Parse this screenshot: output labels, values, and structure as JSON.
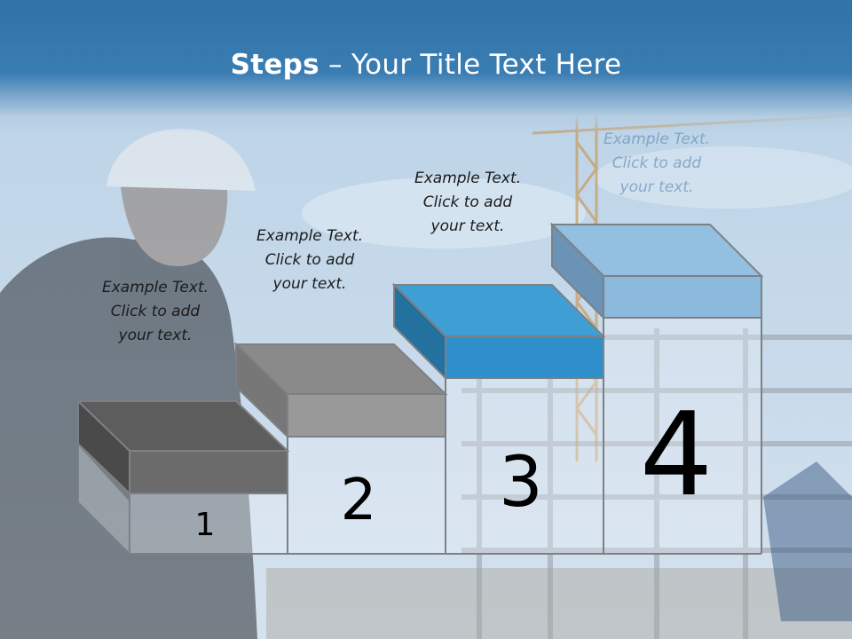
{
  "title": {
    "bold": "Steps",
    "rest": " – Your Title Text Here"
  },
  "steps": [
    {
      "number": "1",
      "caption": [
        "Example Text.",
        "Click  to add",
        "your text."
      ],
      "top_color": "#5d5d5d",
      "front_color": "#6b6b6b",
      "side_color": "#4a4a4a"
    },
    {
      "number": "2",
      "caption": [
        "Example Text.",
        "Click  to add",
        "your text."
      ],
      "top_color": "#8a8a8a",
      "front_color": "#999999",
      "side_color": "#777777"
    },
    {
      "number": "3",
      "caption": [
        "Example Text.",
        "Click  to add",
        "your text."
      ],
      "top_color": "#3f9ed3",
      "front_color": "#2f8fcb",
      "side_color": "#23719f"
    },
    {
      "number": "4",
      "caption": [
        "Example Text.",
        "Click  to add",
        "your text."
      ],
      "top_color": "#93c0e0",
      "front_color": "#8bbadd",
      "side_color": "#6a93b6"
    }
  ],
  "colors": {
    "title_bar": "#3a7db3",
    "title_text": "#ffffff",
    "sky": "#c5d8e8"
  }
}
